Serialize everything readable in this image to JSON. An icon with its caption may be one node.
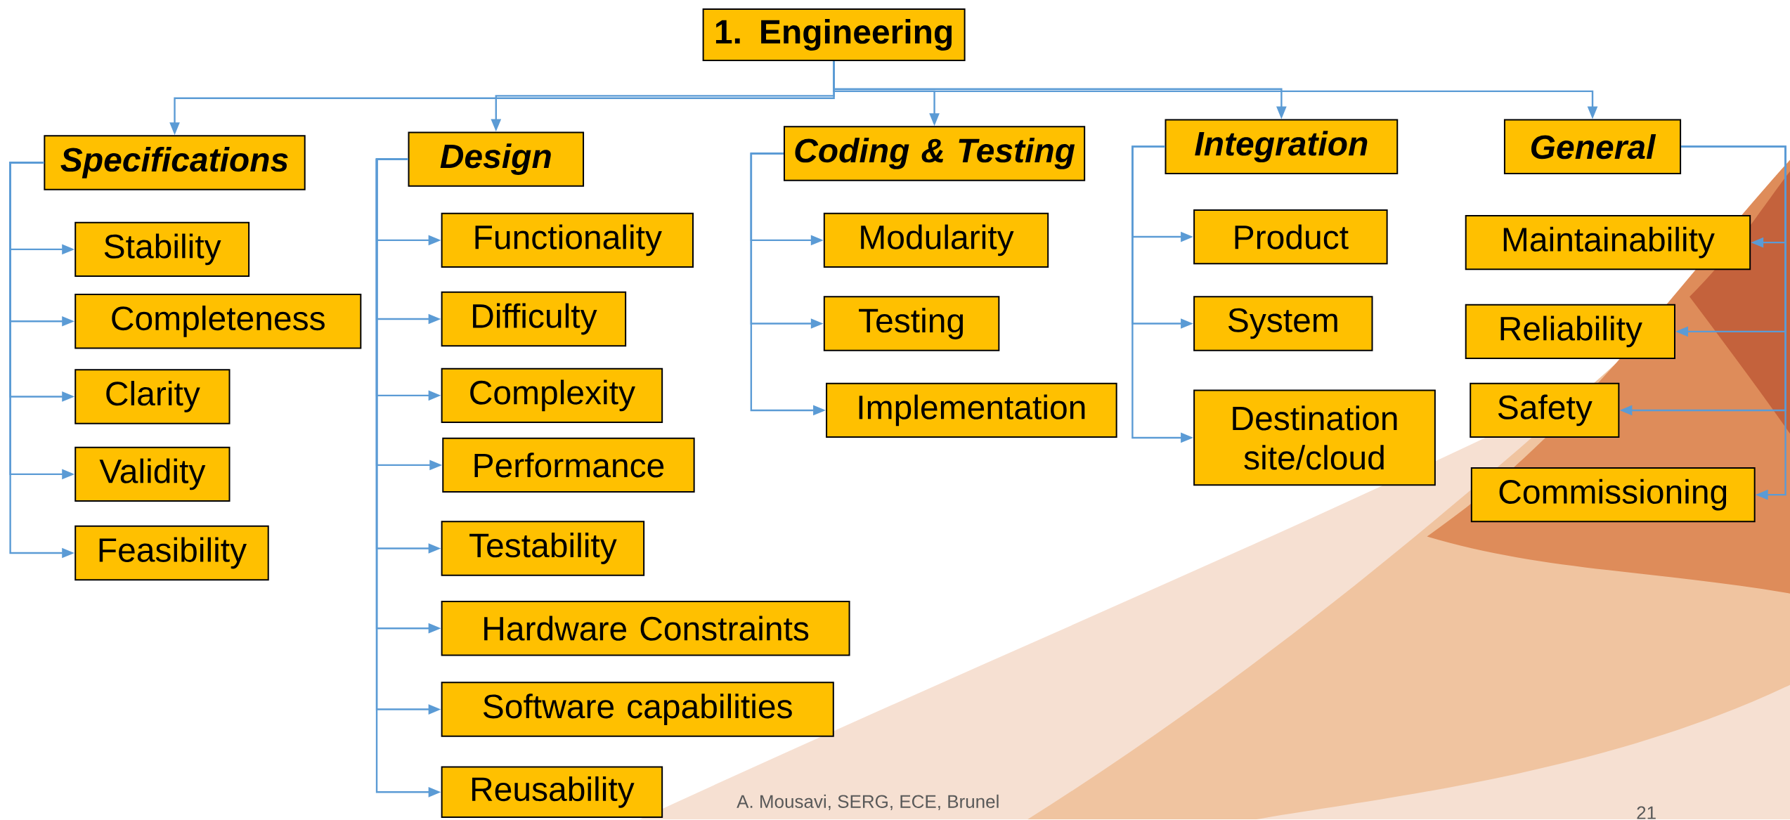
{
  "diagram": {
    "nodes": [
      {
        "text": [
          "1. Engineering"
        ]
      },
      {
        "text": [
          "Specifications"
        ]
      },
      {
        "text": [
          "Design"
        ]
      },
      {
        "text": [
          "Coding & Testing"
        ]
      },
      {
        "text": [
          "Integration"
        ]
      },
      {
        "text": [
          "General"
        ]
      },
      {
        "text": [
          "Stability"
        ]
      },
      {
        "text": [
          "Completeness"
        ]
      },
      {
        "text": [
          "Clarity"
        ]
      },
      {
        "text": [
          "Validity"
        ]
      },
      {
        "text": [
          "Feasibility"
        ]
      },
      {
        "text": [
          "Functionality"
        ]
      },
      {
        "text": [
          "Difficulty"
        ]
      },
      {
        "text": [
          "Complexity"
        ]
      },
      {
        "text": [
          "Performance"
        ]
      },
      {
        "text": [
          "Testability"
        ]
      },
      {
        "text": [
          "Hardware Constraints"
        ]
      },
      {
        "text": [
          "Software capabilities"
        ]
      },
      {
        "text": [
          "Reusability"
        ]
      },
      {
        "text": [
          "Modularity"
        ]
      },
      {
        "text": [
          "Testing"
        ]
      },
      {
        "text": [
          "Implementation"
        ]
      },
      {
        "text": [
          "Product"
        ]
      },
      {
        "text": [
          "System"
        ]
      },
      {
        "text": [
          "Destination site/cloud"
        ]
      },
      {
        "text": [
          "Maintainability"
        ]
      },
      {
        "text": [
          "Reliability"
        ]
      },
      {
        "text": [
          "Safety"
        ]
      },
      {
        "text": [
          "Commissioning"
        ]
      }
    ],
    "edges": [
      {
        "from": 0,
        "to": 1,
        "arrow": "to"
      },
      {
        "from": 0,
        "to": 2,
        "arrow": "to"
      },
      {
        "from": 0,
        "to": 3,
        "arrow": "to"
      },
      {
        "from": 0,
        "to": 4,
        "arrow": "to"
      },
      {
        "from": 0,
        "to": 5,
        "arrow": "to"
      },
      {
        "from": 1,
        "to": 6,
        "arrow": "to"
      },
      {
        "from": 1,
        "to": 7,
        "arrow": "to"
      },
      {
        "from": 1,
        "to": 8,
        "arrow": "to"
      },
      {
        "from": 1,
        "to": 9,
        "arrow": "to"
      },
      {
        "from": 1,
        "to": 10,
        "arrow": "to"
      },
      {
        "from": 2,
        "to": 11,
        "arrow": "to"
      },
      {
        "from": 2,
        "to": 12,
        "arrow": "to"
      },
      {
        "from": 2,
        "to": 13,
        "arrow": "to"
      },
      {
        "from": 2,
        "to": 14,
        "arrow": "to"
      },
      {
        "from": 2,
        "to": 15,
        "arrow": "to"
      },
      {
        "from": 2,
        "to": 16,
        "arrow": "to"
      },
      {
        "from": 2,
        "to": 17,
        "arrow": "to"
      },
      {
        "from": 2,
        "to": 18,
        "arrow": "to"
      },
      {
        "from": 3,
        "to": 19,
        "arrow": "to"
      },
      {
        "from": 3,
        "to": 20,
        "arrow": "to"
      },
      {
        "from": 3,
        "to": 21,
        "arrow": "to"
      },
      {
        "from": 4,
        "to": 22,
        "arrow": "to"
      },
      {
        "from": 4,
        "to": 23,
        "arrow": "to"
      },
      {
        "from": 4,
        "to": 24,
        "arrow": "to"
      },
      {
        "from": 5,
        "to": 25,
        "arrow": "to"
      },
      {
        "from": 5,
        "to": 26,
        "arrow": "to"
      },
      {
        "from": 5,
        "to": 27,
        "arrow": "to"
      },
      {
        "from": 5,
        "to": 28,
        "arrow": "to"
      }
    ],
    "labels": [
      "A. Mousavi, SERG, ECE, Brunel",
      "21"
    ]
  }
}
